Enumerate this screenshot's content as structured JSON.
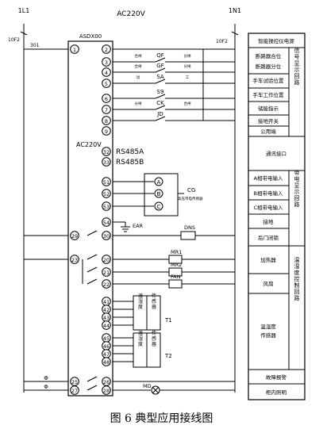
{
  "header": {
    "top_label": "AC220V",
    "left_breaker": "1L1",
    "right_breaker": "1N1",
    "left_fuse": "10F2",
    "left_fuse_wire": "301",
    "right_fuse": "10F2",
    "device_model": "ASDX00",
    "device_voltage": "AC220V"
  },
  "device_terminals": [
    {
      "id": "t1",
      "num": "1"
    },
    {
      "id": "t2",
      "num": "2"
    },
    {
      "id": "t3",
      "num": "3"
    },
    {
      "id": "t4",
      "num": "4"
    },
    {
      "id": "t5",
      "num": "5"
    },
    {
      "id": "t6",
      "num": "6"
    },
    {
      "id": "t7",
      "num": "7"
    },
    {
      "id": "t8",
      "num": "8"
    },
    {
      "id": "t9",
      "num": "9"
    },
    {
      "id": "t32",
      "num": "32"
    },
    {
      "id": "t33",
      "num": "33"
    },
    {
      "id": "t51",
      "num": "51"
    },
    {
      "id": "t52",
      "num": "52"
    },
    {
      "id": "t53",
      "num": "53"
    },
    {
      "id": "t54",
      "num": "54"
    },
    {
      "id": "t29",
      "num": "29"
    },
    {
      "id": "t30",
      "num": "30"
    },
    {
      "id": "t23",
      "num": "23"
    },
    {
      "id": "t20",
      "num": "20"
    },
    {
      "id": "t21",
      "num": "21"
    },
    {
      "id": "t22",
      "num": "22"
    },
    {
      "id": "t41",
      "num": "41"
    },
    {
      "id": "t42",
      "num": "42"
    },
    {
      "id": "t43",
      "num": "43"
    },
    {
      "id": "t44",
      "num": "44"
    },
    {
      "id": "t45",
      "num": "45"
    },
    {
      "id": "t46",
      "num": "46"
    },
    {
      "id": "t47",
      "num": "47"
    },
    {
      "id": "t48",
      "num": "48"
    },
    {
      "id": "t25",
      "num": "25"
    },
    {
      "id": "t26",
      "num": "26"
    },
    {
      "id": "t27",
      "num": "27"
    },
    {
      "id": "t28",
      "num": "28"
    }
  ],
  "switch_labels": {
    "qf": "QF",
    "gf": "GF",
    "sa": "SA",
    "s9": "S9",
    "ck": "CK",
    "jd": "JD",
    "qf_l": "合闸",
    "qf_r": "分闸",
    "gf_l": "合闸",
    "gf_r": "分闸",
    "sa_l": "试",
    "sa_r": "工",
    "s9_l": "",
    "s9_r": "",
    "ck_l": "分闸",
    "ck_r": "合闸",
    "jd_l": "",
    "jd_r": ""
  },
  "comm": {
    "rs485a": "RS485A",
    "rs485b": "RS485B"
  },
  "voltage_inputs": {
    "a": "A",
    "b": "B",
    "c": "C",
    "cg": "CG",
    "cg_desc": "高压带电传感器"
  },
  "earth": {
    "label": "EAR"
  },
  "lock": {
    "label": "DNS"
  },
  "heaters": {
    "mr1": "MR1",
    "mr2": "MR2",
    "fan": "FAN"
  },
  "sensors": {
    "t1": "T1",
    "t2": "T2",
    "t1_left": "温湿度",
    "t1_right": "传感器",
    "t2_left": "温湿度",
    "t2_right": "传感器"
  },
  "bottom": {
    "phi1": "Φ",
    "phi2": "Φ",
    "md": "MD"
  },
  "table": {
    "rows": [
      {
        "id": "r_title",
        "text": "智能操控仪电源"
      },
      {
        "id": "r_qf",
        "text": "断路器合位"
      },
      {
        "id": "r_gf",
        "text": "断路器分位"
      },
      {
        "id": "r_sa",
        "text": "手车试验位置"
      },
      {
        "id": "r_work",
        "text": "手车工作位置"
      },
      {
        "id": "r_ck",
        "text": "储能指示"
      },
      {
        "id": "r_jd",
        "text": "接地开关"
      },
      {
        "id": "r_com",
        "text": "公用端"
      },
      {
        "id": "r_comm",
        "text": "通讯接口"
      },
      {
        "id": "r_a",
        "text": "A相带电输入"
      },
      {
        "id": "r_b",
        "text": "B相带电输入"
      },
      {
        "id": "r_c",
        "text": "C相带电输入"
      },
      {
        "id": "r_earth",
        "text": "接地"
      },
      {
        "id": "r_lock",
        "text": "后门闭锁"
      },
      {
        "id": "r_heat",
        "text": "加热器"
      },
      {
        "id": "r_fan",
        "text": "风扇"
      },
      {
        "id": "r_sensor",
        "text": "温湿度传感器"
      },
      {
        "id": "r_fault",
        "text": "故障报警"
      },
      {
        "id": "r_light",
        "text": "柜内照明"
      }
    ],
    "groups": [
      {
        "id": "g_signal",
        "text": "信号显示回路"
      },
      {
        "id": "g_live",
        "text": "带电显示回路"
      },
      {
        "id": "g_temp",
        "text": "温湿度控制回路"
      }
    ]
  },
  "caption": "图 6  典型应用接线图"
}
